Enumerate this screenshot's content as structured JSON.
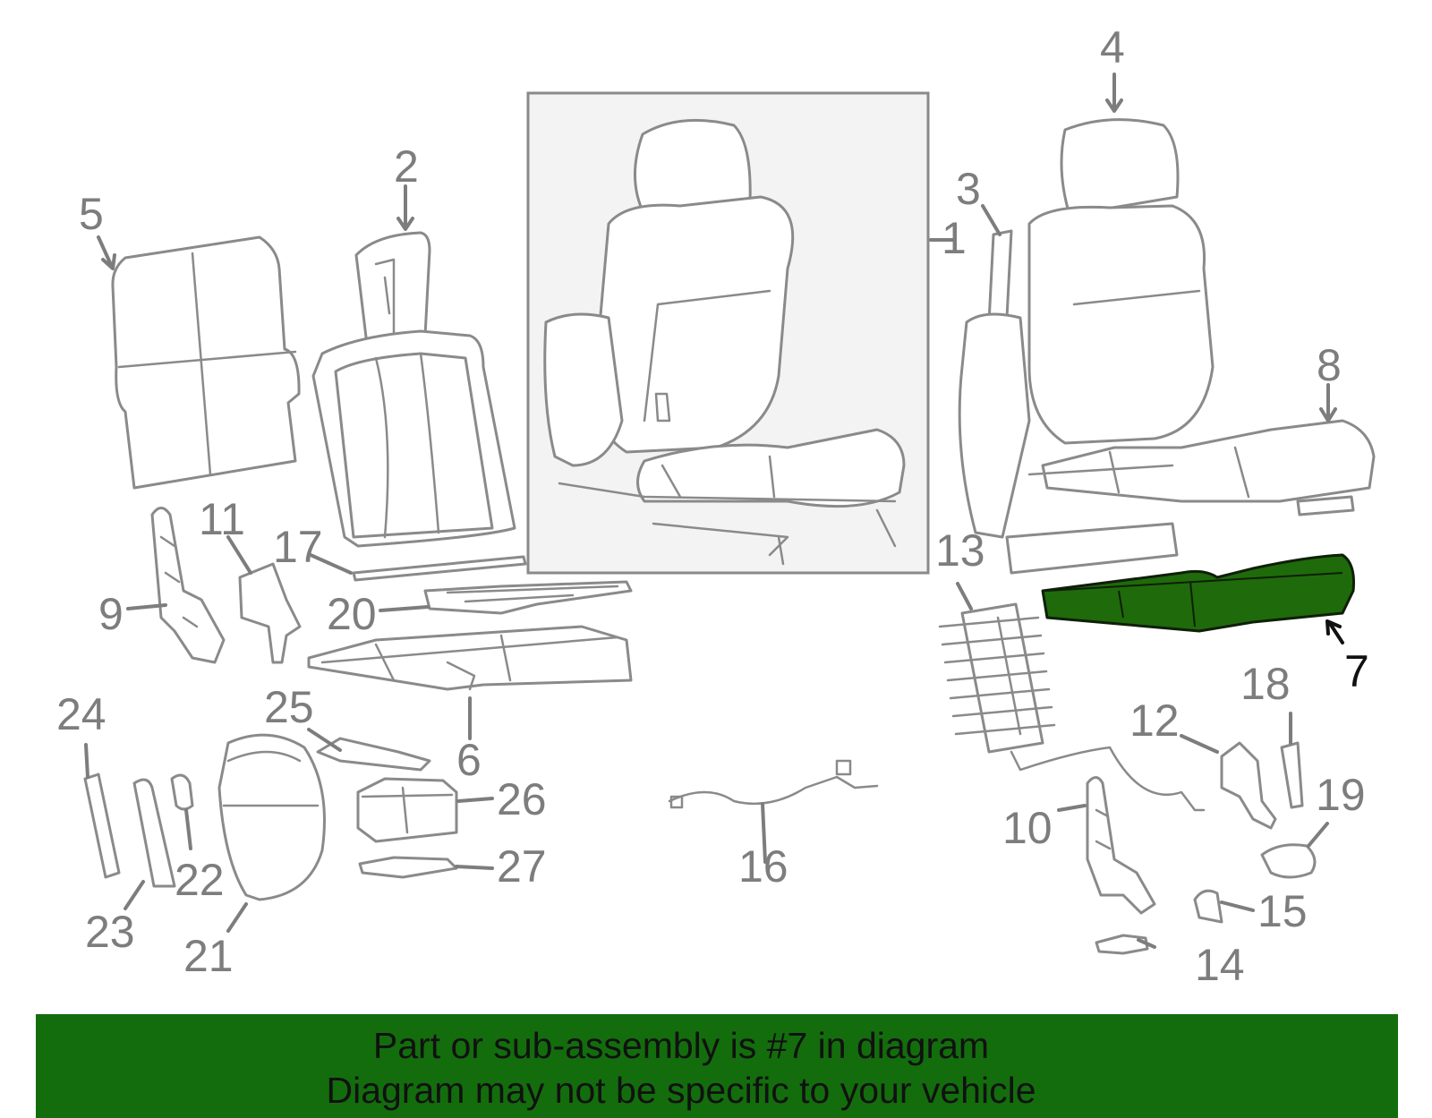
{
  "footer": {
    "line1": "Part or sub-assembly is #7 in diagram",
    "line2": "Diagram may not be specific to your vehicle"
  },
  "highlight_color": "#1f6a0b",
  "highlighted_part": "7",
  "callouts": {
    "c1": "1",
    "c2": "2",
    "c3": "3",
    "c4": "4",
    "c5": "5",
    "c6": "6",
    "c7": "7",
    "c8": "8",
    "c9": "9",
    "c10": "10",
    "c11": "11",
    "c12": "12",
    "c13": "13",
    "c14": "14",
    "c15": "15",
    "c16": "16",
    "c17": "17",
    "c18": "18",
    "c19": "19",
    "c20": "20",
    "c21": "21",
    "c22": "22",
    "c23": "23",
    "c24": "24",
    "c25": "25",
    "c26": "26",
    "c27": "27"
  }
}
